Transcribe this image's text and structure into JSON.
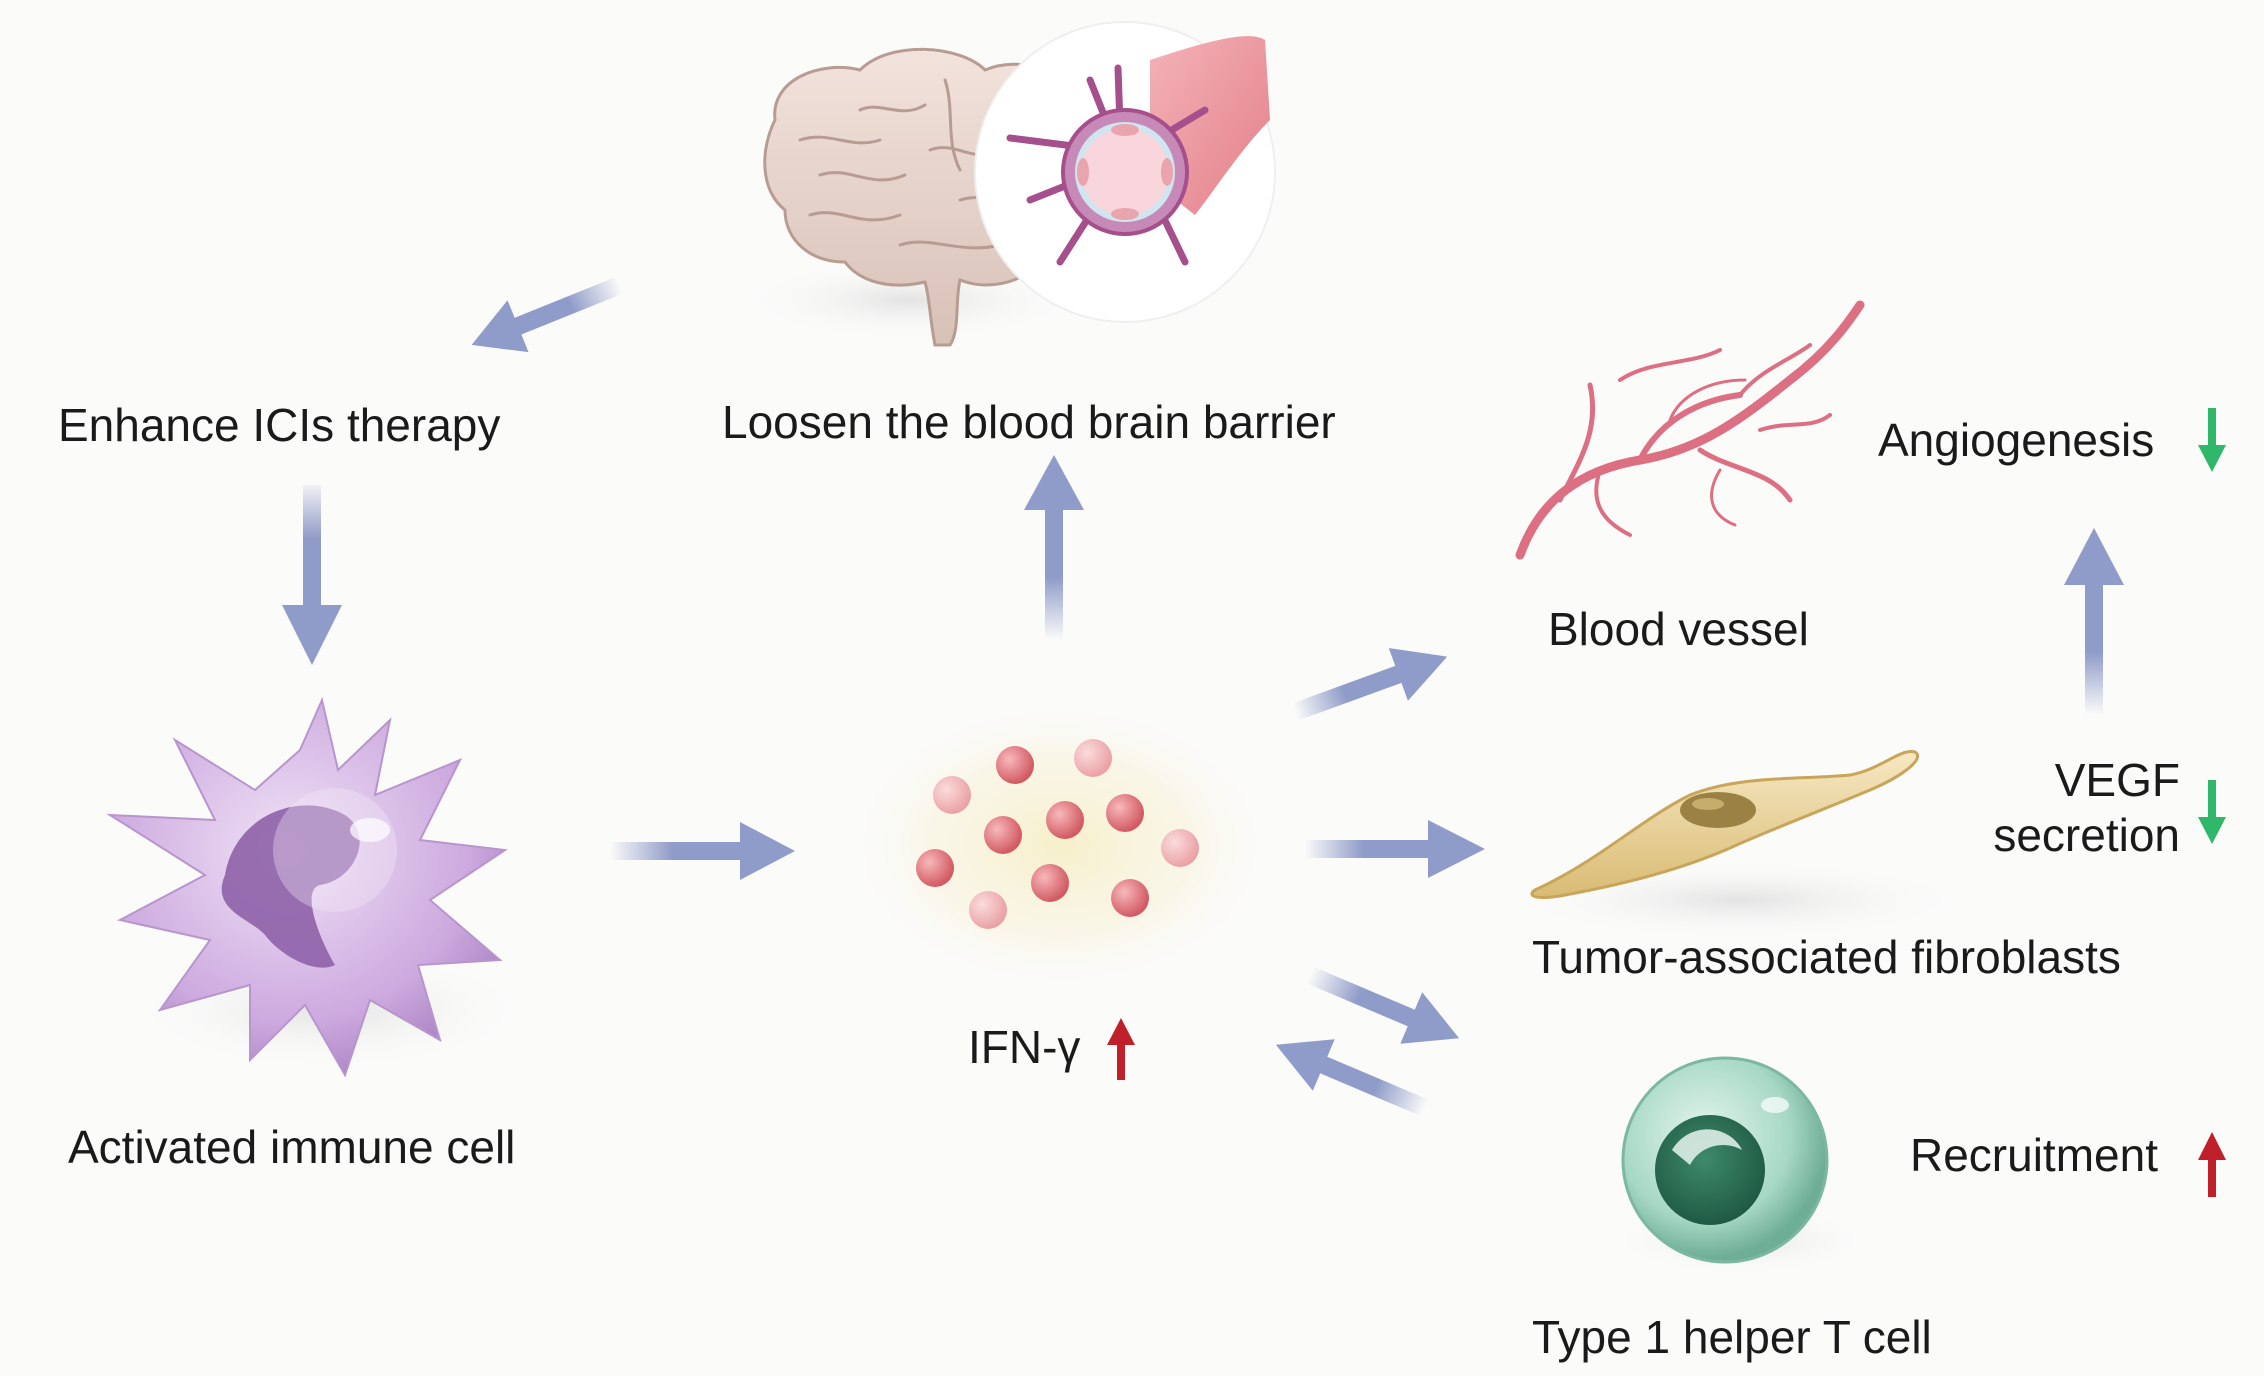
{
  "labels": {
    "enhance_icis": "Enhance ICIs therapy",
    "loosen_bbb": "Loosen the blood brain barrier",
    "activated_immune_cell": "Activated immune cell",
    "ifn_gamma": "IFN-γ",
    "blood_vessel": "Blood vessel",
    "angiogenesis": "Angiogenesis",
    "vegf_line1": "VEGF",
    "vegf_line2": "secretion",
    "fibroblasts": "Tumor-associated fibroblasts",
    "recruitment": "Recruitment",
    "th1_cell": "Type 1 helper T cell"
  },
  "indicators": {
    "ifn_gamma": "up",
    "angiogenesis": "down",
    "vegf_secretion": "down",
    "recruitment": "up"
  },
  "colors": {
    "arrow": "#8f9bc8",
    "up_arrow": "#c0202a",
    "down_arrow": "#2fb86a",
    "immune_cell": "#c9a8d8",
    "vessel": "#dd6f82",
    "fibroblast": "#ecd7a0",
    "t_cell": "#9ed4bf",
    "cytokine": "#e07a80"
  }
}
